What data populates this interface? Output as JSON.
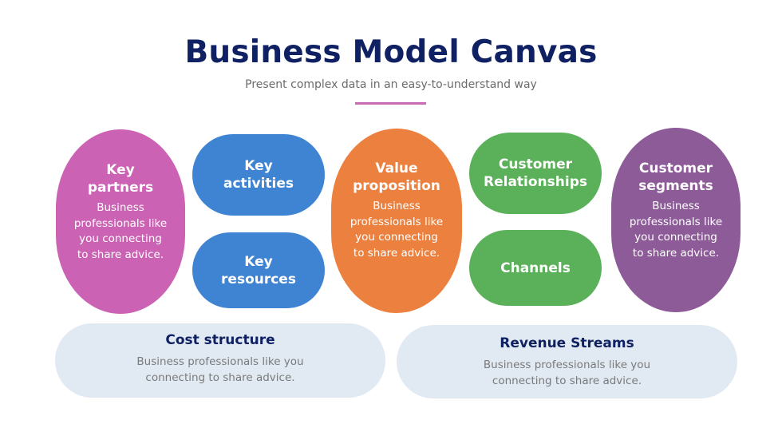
{
  "header": {
    "title": "Business Model Canvas",
    "subtitle": "Present complex data in an easy-to-understand way",
    "accent_color": "#c86ab4"
  },
  "blocks": {
    "key_partners": {
      "title_line1": "Key",
      "title_line2": "partners",
      "body": [
        "Business",
        "professionals like",
        "you connecting",
        "to share advice."
      ],
      "color": "#cb62b4"
    },
    "key_activities": {
      "title_line1": "Key",
      "title_line2": "activities",
      "color": "#3f84d3"
    },
    "key_resources": {
      "title_line1": "Key",
      "title_line2": "resources",
      "color": "#3f84d3"
    },
    "value_proposition": {
      "title_line1": "Value",
      "title_line2": "proposition",
      "body": [
        "Business",
        "professionals like",
        "you connecting",
        "to share advice."
      ],
      "color": "#ec813f"
    },
    "customer_relationships": {
      "title_line1": "Customer",
      "title_line2": "Relationships",
      "color": "#5bb05a"
    },
    "channels": {
      "title_line1": "Channels",
      "color": "#5bb05a"
    },
    "customer_segments": {
      "title_line1": "Customer",
      "title_line2": "segments",
      "body": [
        "Business",
        "professionals like",
        "you connecting",
        "to share advice."
      ],
      "color": "#8e5b99"
    },
    "cost_structure": {
      "title": "Cost structure",
      "body": [
        "Business professionals like you",
        "connecting to share advice."
      ],
      "color": "#e1eaf2"
    },
    "revenue_streams": {
      "title": "Revenue Streams",
      "body": [
        "Business professionals like you",
        "connecting to share advice."
      ],
      "color": "#e1eaf2"
    }
  }
}
